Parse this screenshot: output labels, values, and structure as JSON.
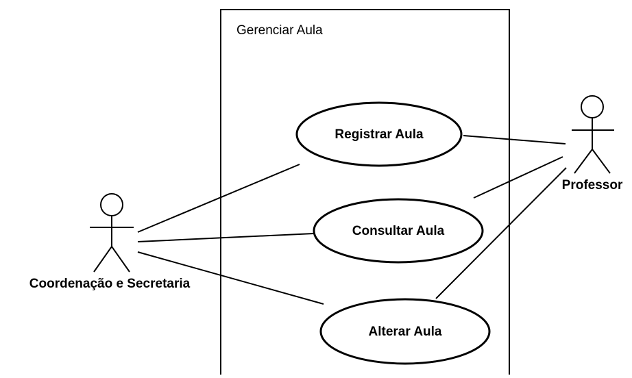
{
  "diagram": {
    "system": {
      "title": "Gerenciar Aula"
    },
    "use_cases": [
      {
        "id": "registrar",
        "label": "Registrar Aula"
      },
      {
        "id": "consultar",
        "label": "Consultar Aula"
      },
      {
        "id": "alterar",
        "label": "Alterar Aula"
      }
    ],
    "actors": [
      {
        "id": "coordenacao",
        "label": "Coordenação e Secretaria"
      },
      {
        "id": "professor",
        "label": "Professor"
      }
    ]
  }
}
